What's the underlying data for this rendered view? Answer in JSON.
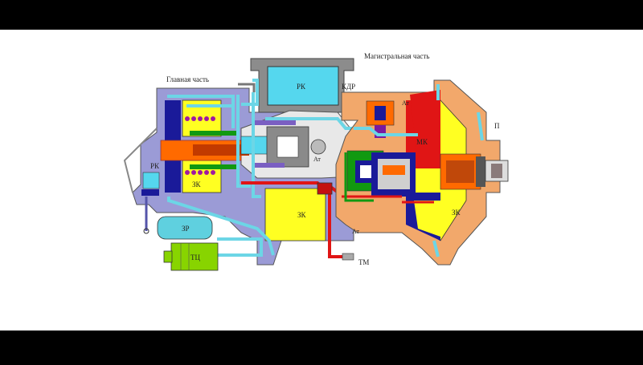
{
  "labels": {
    "main_part": "Главная часть",
    "trunk_part": "Магистральная часть",
    "rk_top": "РК",
    "kdr": "КДР",
    "at_top": "Ат",
    "p": "П",
    "rk_left": "РК",
    "zk_left": "ЗК",
    "at_mid": "Ат",
    "zk_center": "ЗК",
    "mk": "МК",
    "zk_right": "ЗК",
    "zr": "ЗР",
    "tc": "ТЦ",
    "at_bottom": "Ат",
    "tm": "ТМ"
  },
  "colors": {
    "background": "#ffffff",
    "letterbox": "#000000",
    "body_lavender": "#9b9bd6",
    "body_orange": "#f2a86b",
    "cyan": "#6cd6e6",
    "yellow": "#ffff22",
    "red": "#e01515",
    "green": "#119911",
    "blue": "#1a1a99",
    "orange": "#ff6a00",
    "purple": "#9a1a9a"
  }
}
